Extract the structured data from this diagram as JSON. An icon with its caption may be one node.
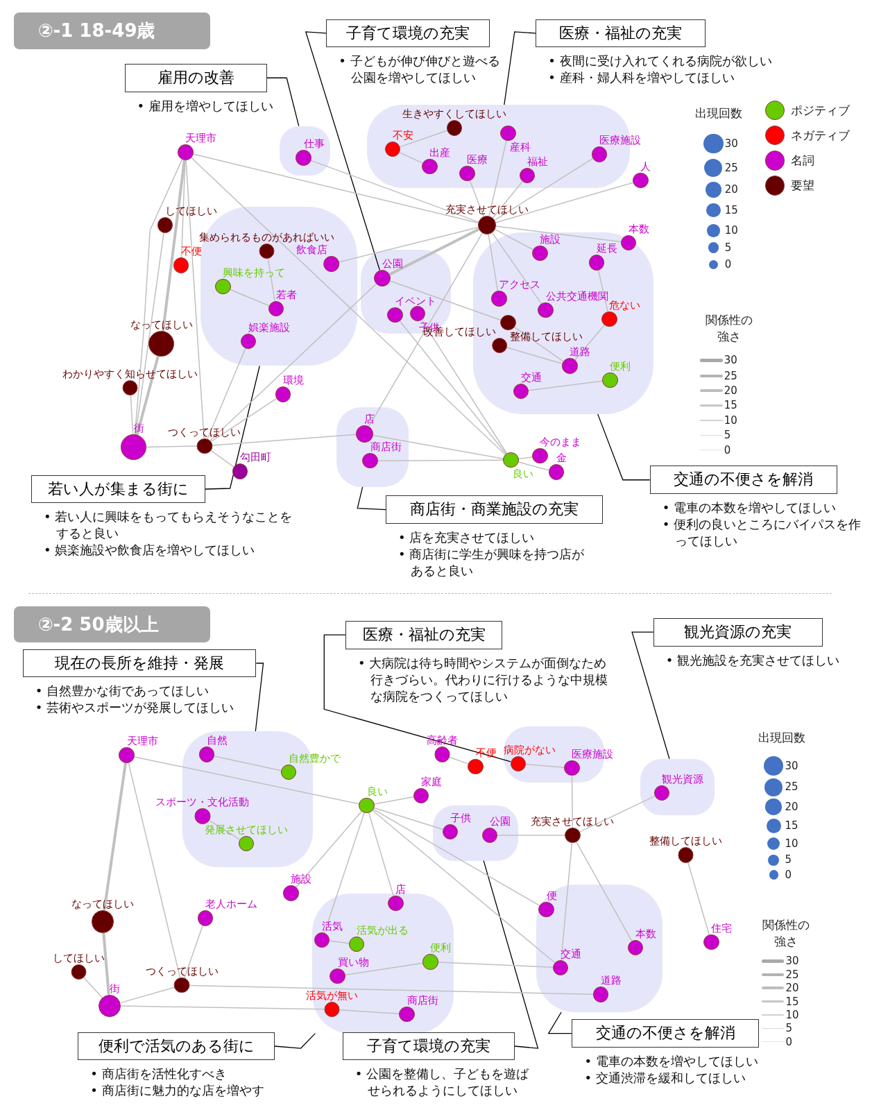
{
  "diagram": {
    "nodes": [
      {
        "text": [
          "②-1 18-49歳"
        ]
      },
      {
        "text": [
          "雇用の改善"
        ],
        "beside": [
          "• 雇用を増やしてほしい"
        ]
      },
      {
        "text": [
          "子育て環境の充実"
        ],
        "beside": [
          "• 子どもが伸び伸びと遊べる公園を増やしてほしい"
        ]
      },
      {
        "text": [
          "医療・福祉の充実"
        ],
        "beside": [
          "• 夜間に受け入れてくれる病院が欲しい",
          "• 産科・婦人科を増やしてほしい"
        ]
      },
      {
        "text": [
          "天理市"
        ]
      },
      {
        "text": [],
        "shape": "box"
      },
      {
        "text": [
          "仕事"
        ],
        "in": 5
      },
      {
        "text": [],
        "shape": "box"
      },
      {
        "text": [
          "生きやすくしてほしい"
        ],
        "in": 7
      },
      {
        "text": [
          "不安"
        ],
        "in": 7
      },
      {
        "text": [
          "出産"
        ],
        "in": 7
      },
      {
        "text": [
          "医療"
        ],
        "in": 7
      },
      {
        "text": [
          "産科"
        ],
        "in": 7
      },
      {
        "text": [
          "福祉"
        ],
        "in": 7
      },
      {
        "text": [
          "医療施設"
        ],
        "in": 7
      },
      {
        "text": [
          "人"
        ]
      },
      {
        "text": [
          "してほしい"
        ]
      },
      {
        "text": [],
        "shape": "box"
      },
      {
        "text": [
          "集められるものがあればいい"
        ],
        "in": 17
      },
      {
        "text": [
          "飲食店"
        ],
        "in": 17
      },
      {
        "text": [
          "興味を持って"
        ],
        "in": 17
      },
      {
        "text": [
          "若者"
        ],
        "in": 17
      },
      {
        "text": [
          "娯楽施設"
        ],
        "in": 17
      },
      {
        "text": [
          "不便"
        ]
      },
      {
        "text": [
          "充実させてほしい"
        ]
      },
      {
        "text": [],
        "shape": "box"
      },
      {
        "text": [
          "公園"
        ],
        "in": 25
      },
      {
        "text": [
          "イベント"
        ],
        "in": 25
      },
      {
        "text": [
          "子供"
        ],
        "in": 25
      },
      {
        "text": [
          "施設"
        ],
        "in": 30
      },
      {
        "text": [],
        "shape": "box"
      },
      {
        "text": [
          "本数"
        ],
        "in": 30
      },
      {
        "text": [
          "延長"
        ],
        "in": 30
      },
      {
        "text": [
          "アクセス"
        ],
        "in": 30
      },
      {
        "text": [
          "公共交通機関"
        ],
        "in": 30
      },
      {
        "text": [
          "危ない"
        ],
        "in": 30
      },
      {
        "text": [
          "整備してほしい"
        ],
        "in": 30
      },
      {
        "text": [
          "改善してほしい"
        ],
        "in": 30
      },
      {
        "text": [
          "道路"
        ],
        "in": 30
      },
      {
        "text": [
          "交通"
        ],
        "in": 30
      },
      {
        "text": [
          "便利"
        ],
        "in": 30
      },
      {
        "text": [
          "なってほしい"
        ]
      },
      {
        "text": [
          "わかりやすく知らせてほしい"
        ]
      },
      {
        "text": [
          "環境"
        ]
      },
      {
        "text": [
          "街"
        ]
      },
      {
        "text": [
          "つくってほしい"
        ]
      },
      {
        "text": [
          "勾田町"
        ]
      },
      {
        "text": [],
        "shape": "box"
      },
      {
        "text": [
          "店"
        ],
        "in": 47
      },
      {
        "text": [
          "商店街"
        ],
        "in": 47
      },
      {
        "text": [
          "今のまま"
        ]
      },
      {
        "text": [
          "良い"
        ]
      },
      {
        "text": [
          "金"
        ]
      },
      {
        "text": [
          "若い人が集まる街に"
        ],
        "beside": [
          "• 若い人に興味をもってもらえそうなことをすると良い",
          "• 娯楽施設や飲食店を増やしてほしい"
        ]
      },
      {
        "text": [
          "商店街・商業施設の充実"
        ],
        "beside": [
          "• 店を充実させてほしい",
          "• 商店街に学生が興味を持つ店があると良い"
        ]
      },
      {
        "text": [
          "交通の不便さを解消"
        ],
        "beside": [
          "• 電車の本数を増やしてほしい",
          "• 便利の良いところにバイパスを作ってほしい"
        ]
      },
      {
        "text": [
          "②-2 50歳以上"
        ]
      },
      {
        "text": [
          "現在の長所を維持・発展"
        ],
        "beside": [
          "• 自然豊かな街であってほしい",
          "• 芸術やスポーツが発展してほしい"
        ]
      },
      {
        "text": [
          "医療・福祉の充実"
        ],
        "beside": [
          "• 大病院は待ち時間やシステムが面倒なため行きづらい。代わりに行けるような中規模な病院をつくってほしい"
        ]
      },
      {
        "text": [
          "観光資源の充実"
        ],
        "beside": [
          "• 観光施設を充実させてほしい"
        ]
      },
      {
        "text": [
          "天理市"
        ]
      },
      {
        "text": [],
        "shape": "box"
      },
      {
        "text": [
          "自然"
        ],
        "in": 61
      },
      {
        "text": [
          "自然豊かで"
        ],
        "in": 61
      },
      {
        "text": [
          "スポーツ・文化活動"
        ],
        "in": 61
      },
      {
        "text": [
          "発展させてほしい"
        ],
        "in": 61
      },
      {
        "text": [
          "高齢者"
        ]
      },
      {
        "text": [
          "不便"
        ]
      },
      {
        "text": [],
        "shape": "box"
      },
      {
        "text": [
          "病院がない"
        ],
        "in": 68
      },
      {
        "text": [
          "医療施設"
        ],
        "in": 68
      },
      {
        "text": [],
        "shape": "box"
      },
      {
        "text": [
          "観光資源"
        ],
        "in": 71
      },
      {
        "text": [
          "良い"
        ]
      },
      {
        "text": [
          "家庭"
        ]
      },
      {
        "text": [],
        "shape": "box"
      },
      {
        "text": [
          "子供"
        ],
        "in": 75
      },
      {
        "text": [
          "公園"
        ],
        "in": 75
      },
      {
        "text": [
          "充実させてほしい"
        ]
      },
      {
        "text": [
          "整備してほしい"
        ]
      },
      {
        "text": [
          "施設"
        ]
      },
      {
        "text": [
          "老人ホーム"
        ]
      },
      {
        "text": [
          "なってほしい"
        ]
      },
      {
        "text": [],
        "shape": "box"
      },
      {
        "text": [
          "店"
        ],
        "in": 83
      },
      {
        "text": [
          "活気"
        ],
        "in": 83
      },
      {
        "text": [
          "活気が出る"
        ],
        "in": 83
      },
      {
        "text": [
          "買い物"
        ],
        "in": 83
      },
      {
        "text": [
          "便利"
        ],
        "in": 83
      },
      {
        "text": [
          "活気が無い"
        ],
        "in": 83
      },
      {
        "text": [
          "商店街"
        ],
        "in": 83
      },
      {
        "text": [],
        "shape": "box"
      },
      {
        "text": [
          "便"
        ],
        "in": 91
      },
      {
        "text": [
          "本数"
        ],
        "in": 91
      },
      {
        "text": [
          "交通"
        ],
        "in": 91
      },
      {
        "text": [
          "道路"
        ],
        "in": 91
      },
      {
        "text": [
          "住宅"
        ]
      },
      {
        "text": [
          "してほしい"
        ]
      },
      {
        "text": [
          "つくってほしい"
        ]
      },
      {
        "text": [
          "街"
        ]
      },
      {
        "text": [
          "便利で活気のある街に"
        ],
        "beside": [
          "• 商店街を活性化すべき",
          "• 商店街に魅力的な店を増やす"
        ]
      },
      {
        "text": [
          "子育て環境の充実"
        ],
        "beside": [
          "• 公園を整備し、子どもを遊ばせられるようにしてほしい"
        ]
      },
      {
        "text": [
          "交通の不便さを解消"
        ],
        "beside": [
          "• 電車の本数を増やしてほしい",
          "• 交通渋滞を緩和してほしい"
        ]
      }
    ],
    "edges": [
      {
        "from": 1,
        "to": 5,
        "arrow": "none",
        "color": "#000000"
      },
      {
        "from": 2,
        "to": 26,
        "arrow": "none",
        "color": "#000000"
      },
      {
        "from": 3,
        "to": 7,
        "arrow": "none",
        "color": "#000000"
      },
      {
        "from": 53,
        "to": 17,
        "arrow": "none",
        "color": "#000000"
      },
      {
        "from": 54,
        "to": 47,
        "arrow": "none",
        "color": "#000000"
      },
      {
        "from": 55,
        "to": 30,
        "arrow": "none",
        "color": "#000000"
      },
      {
        "from": 4,
        "to": 24,
        "arrow": "none"
      },
      {
        "from": 6,
        "to": 24,
        "arrow": "none"
      },
      {
        "from": 4,
        "to": 41,
        "arrow": "none",
        "style": "thick"
      },
      {
        "from": 41,
        "to": 44,
        "arrow": "none",
        "style": "thick"
      },
      {
        "from": 4,
        "to": 44,
        "arrow": "none"
      },
      {
        "from": 4,
        "to": 23,
        "arrow": "none"
      },
      {
        "from": 4,
        "to": 45,
        "arrow": "none"
      },
      {
        "from": 4,
        "to": 51,
        "arrow": "none"
      },
      {
        "from": 16,
        "to": 44,
        "arrow": "none"
      },
      {
        "from": 42,
        "to": 44,
        "arrow": "none"
      },
      {
        "from": 18,
        "to": 21,
        "arrow": "none"
      },
      {
        "from": 20,
        "to": 21,
        "arrow": "none"
      },
      {
        "from": 19,
        "to": 24,
        "arrow": "none"
      },
      {
        "from": 22,
        "to": 45,
        "arrow": "none"
      },
      {
        "from": 43,
        "to": 45,
        "arrow": "none"
      },
      {
        "from": 45,
        "to": 26,
        "arrow": "none"
      },
      {
        "from": 45,
        "to": 46,
        "arrow": "none"
      },
      {
        "from": 44,
        "to": 45,
        "arrow": "none"
      },
      {
        "from": 45,
        "to": 48,
        "arrow": "none"
      },
      {
        "from": 26,
        "to": 24,
        "arrow": "none",
        "style": "thick"
      },
      {
        "from": 26,
        "to": 36,
        "arrow": "none"
      },
      {
        "from": 27,
        "to": 51,
        "arrow": "none"
      },
      {
        "from": 28,
        "to": 51,
        "arrow": "none"
      },
      {
        "from": 48,
        "to": 24,
        "arrow": "none"
      },
      {
        "from": 48,
        "to": 51,
        "arrow": "none"
      },
      {
        "from": 49,
        "to": 51,
        "arrow": "none"
      },
      {
        "from": 8,
        "to": 9,
        "arrow": "none"
      },
      {
        "from": 9,
        "to": 10,
        "arrow": "none"
      },
      {
        "from": 11,
        "to": 24,
        "arrow": "none"
      },
      {
        "from": 12,
        "to": 24,
        "arrow": "none"
      },
      {
        "from": 13,
        "to": 24,
        "arrow": "none"
      },
      {
        "from": 14,
        "to": 24,
        "arrow": "none"
      },
      {
        "from": 15,
        "to": 24,
        "arrow": "none"
      },
      {
        "from": 31,
        "to": 24,
        "arrow": "none"
      },
      {
        "from": 29,
        "to": 24,
        "arrow": "none"
      },
      {
        "from": 33,
        "to": 24,
        "arrow": "none"
      },
      {
        "from": 34,
        "to": 24,
        "arrow": "none"
      },
      {
        "from": 32,
        "to": 35,
        "arrow": "none"
      },
      {
        "from": 35,
        "to": 38,
        "arrow": "none"
      },
      {
        "from": 36,
        "to": 38,
        "arrow": "none"
      },
      {
        "from": 37,
        "to": 38,
        "arrow": "none"
      },
      {
        "from": 39,
        "to": 40,
        "arrow": "none"
      },
      {
        "from": 51,
        "to": 50,
        "arrow": "none"
      },
      {
        "from": 51,
        "to": 52,
        "arrow": "none"
      },
      {
        "from": 57,
        "to": 61,
        "arrow": "none",
        "color": "#000000"
      },
      {
        "from": 58,
        "to": 69,
        "arrow": "none",
        "color": "#000000"
      },
      {
        "from": 59,
        "to": 71,
        "arrow": "none",
        "color": "#000000"
      },
      {
        "from": 100,
        "to": 83,
        "arrow": "none",
        "color": "#000000"
      },
      {
        "from": 101,
        "to": 75,
        "arrow": "none",
        "color": "#000000"
      },
      {
        "from": 102,
        "to": 91,
        "arrow": "none",
        "color": "#000000"
      },
      {
        "from": 60,
        "to": 73,
        "arrow": "none"
      },
      {
        "from": 60,
        "to": 82,
        "arrow": "none",
        "style": "thick"
      },
      {
        "from": 60,
        "to": 98,
        "arrow": "none"
      },
      {
        "from": 82,
        "to": 99,
        "arrow": "none",
        "style": "thick"
      },
      {
        "from": 97,
        "to": 99,
        "arrow": "none"
      },
      {
        "from": 99,
        "to": 98,
        "arrow": "none"
      },
      {
        "from": 99,
        "to": 89,
        "arrow": "none"
      },
      {
        "from": 81,
        "to": 98,
        "arrow": "none"
      },
      {
        "from": 98,
        "to": 95,
        "arrow": "none"
      },
      {
        "from": 62,
        "to": 63,
        "arrow": "none"
      },
      {
        "from": 64,
        "to": 65,
        "arrow": "none"
      },
      {
        "from": 66,
        "to": 67,
        "arrow": "none"
      },
      {
        "from": 69,
        "to": 70,
        "arrow": "none"
      },
      {
        "from": 70,
        "to": 78,
        "arrow": "none"
      },
      {
        "from": 73,
        "to": 74,
        "arrow": "none"
      },
      {
        "from": 73,
        "to": 76,
        "arrow": "none"
      },
      {
        "from": 73,
        "to": 92,
        "arrow": "none"
      },
      {
        "from": 73,
        "to": 94,
        "arrow": "none"
      },
      {
        "from": 73,
        "to": 80,
        "arrow": "none"
      },
      {
        "from": 73,
        "to": 85,
        "arrow": "none"
      },
      {
        "from": 73,
        "to": 84,
        "arrow": "none"
      },
      {
        "from": 77,
        "to": 78,
        "arrow": "none"
      },
      {
        "from": 78,
        "to": 72,
        "arrow": "none"
      },
      {
        "from": 78,
        "to": 94,
        "arrow": "none"
      },
      {
        "from": 78,
        "to": 93,
        "arrow": "none"
      },
      {
        "from": 79,
        "to": 96,
        "arrow": "none"
      },
      {
        "from": 85,
        "to": 86,
        "arrow": "none"
      },
      {
        "from": 87,
        "to": 88,
        "arrow": "none"
      },
      {
        "from": 88,
        "to": 94,
        "arrow": "none"
      },
      {
        "from": 89,
        "to": 90,
        "arrow": "none"
      }
    ],
    "labels": [
      "出現回数",
      "関係性の強さ",
      "出現回数",
      "関係性の強さ"
    ],
    "legend": [
      {
        "text": "ポジティブ",
        "color": "#66cc00"
      },
      {
        "text": "ネガティブ",
        "color": "#ff0000"
      },
      {
        "text": "名詞",
        "color": "#cc00cc"
      },
      {
        "text": "要望",
        "color": "#660000"
      },
      {
        "text": "30"
      },
      {
        "text": "25"
      },
      {
        "text": "20"
      },
      {
        "text": "15"
      },
      {
        "text": "10"
      },
      {
        "text": "5"
      },
      {
        "text": "0"
      },
      {
        "text": "30"
      },
      {
        "text": "25"
      },
      {
        "text": "20"
      },
      {
        "text": "15"
      },
      {
        "text": "10"
      },
      {
        "text": "5"
      },
      {
        "text": "0"
      },
      {
        "text": "30"
      },
      {
        "text": "25"
      },
      {
        "text": "20"
      },
      {
        "text": "15"
      },
      {
        "text": "10"
      },
      {
        "text": "5"
      },
      {
        "text": "0"
      },
      {
        "text": "30"
      },
      {
        "text": "25"
      },
      {
        "text": "20"
      },
      {
        "text": "15"
      },
      {
        "text": "10"
      },
      {
        "text": "5"
      },
      {
        "text": "0"
      }
    ]
  }
}
